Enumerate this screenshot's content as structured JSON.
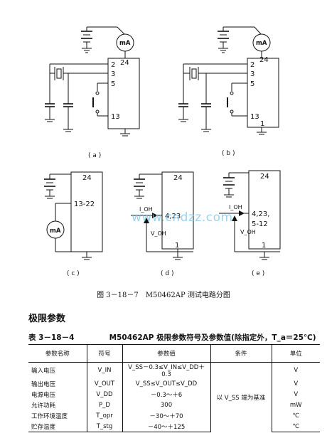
{
  "figure": {
    "caption": "图 3－18－7　M50462AP 测试电路分图",
    "ammeter_label": "mA",
    "panels": [
      {
        "id": "a",
        "label": "( a )",
        "pins": [
          "24",
          "2",
          "3",
          "5",
          "13"
        ]
      },
      {
        "id": "b",
        "label": "( b )",
        "pins": [
          "24",
          "2",
          "3",
          "5",
          "13",
          "1"
        ]
      },
      {
        "id": "c",
        "label": "( c )",
        "pins": [
          "24",
          "13-22"
        ]
      },
      {
        "id": "d",
        "label": "( d )",
        "pins": [
          "24",
          "4,23",
          "1"
        ],
        "current": "I_OH",
        "voltage": "V_OH"
      },
      {
        "id": "e",
        "label": "( e )",
        "pins": [
          "24",
          "4,23,",
          "5-12",
          "1"
        ],
        "current": "I_OH",
        "voltage": "V_OH"
      }
    ]
  },
  "watermark": "www.cndzz.com",
  "section_title": "极限参数",
  "table": {
    "number": "表 3－18－4",
    "title": "M50462AP 极限参数符号及参数值(除指定外，T_a＝25℃)",
    "headers": [
      "参数名称",
      "符号",
      "参数值",
      "条件",
      "单位"
    ],
    "rows": [
      {
        "name": "输入电压",
        "symbol": "V_IN",
        "value": "V_SS－0.3≤V_IN≤V_DD＋0.3",
        "unit": "V"
      },
      {
        "name": "输出电压",
        "symbol": "V_OUT",
        "value": "V_SS≤V_OUT≤V_DD",
        "unit": "V"
      },
      {
        "name": "电源电压",
        "symbol": "V_DD",
        "value": "－0.3～＋6",
        "unit": "V"
      },
      {
        "name": "允许功耗",
        "symbol": "P_D",
        "value": "300",
        "unit": "mW"
      },
      {
        "name": "工作环境温度",
        "symbol": "T_opr",
        "value": "－30～＋70",
        "unit": "℃"
      },
      {
        "name": "贮存温度",
        "symbol": "T_stg",
        "value": "－40～＋125",
        "unit": "℃"
      }
    ],
    "condition": "以 V_SS 端为基准"
  }
}
